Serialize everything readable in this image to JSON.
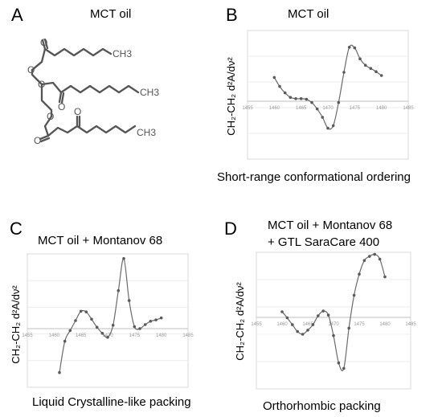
{
  "panel_a": {
    "letter": "A",
    "title": "MCT oil",
    "molecule_labels": [
      "CH3",
      "CH3",
      "CH3"
    ]
  },
  "panel_b": {
    "letter": "B",
    "title": "MCT oil",
    "ylabel": "CH₂-CH₂ d²A/dν²",
    "caption": "Short-range conformational ordering"
  },
  "panel_c": {
    "letter": "C",
    "title": "MCT oil  + Montanov 68",
    "ylabel": "CH₂-CH₂ d²A/dν²",
    "caption": "Liquid Crystalline-like  packing"
  },
  "panel_d": {
    "letter": "D",
    "title_line1": "MCT oil  + Montanov 68",
    "title_line2": "+ GTL SaraCare 400",
    "ylabel": "CH₂-CH₂ d²A/dν²",
    "caption": "Orthorhombic packing"
  },
  "chart_data": [
    {
      "type": "line",
      "panel": "B",
      "title": "MCT oil",
      "ylabel": "CH₂-CH₂ d²A/dν²",
      "xticks": [
        1455,
        1460,
        1465,
        1470,
        1475,
        1480,
        1485
      ],
      "xlim": [
        1455,
        1485
      ],
      "ylim": [
        -1.0,
        1.0
      ],
      "x": [
        1460,
        1461,
        1462,
        1463,
        1464,
        1465,
        1466,
        1467,
        1468,
        1469,
        1470,
        1471,
        1472,
        1473,
        1474,
        1475,
        1476,
        1477,
        1478,
        1479,
        1480
      ],
      "y": [
        0.27,
        0.13,
        0.03,
        -0.04,
        -0.06,
        -0.06,
        -0.07,
        -0.12,
        -0.22,
        -0.35,
        -0.52,
        -0.48,
        -0.12,
        0.35,
        0.74,
        0.73,
        0.56,
        0.46,
        0.41,
        0.36,
        0.3
      ]
    },
    {
      "type": "line",
      "panel": "C",
      "title": "MCT oil  + Montanov 68",
      "ylabel": "CH₂-CH₂ d²A/dν²",
      "xticks": [
        1455,
        1460,
        1465,
        1470,
        1475,
        1480,
        1485
      ],
      "xlim": [
        1455,
        1485
      ],
      "ylim": [
        -1.0,
        1.0
      ],
      "x": [
        1461,
        1462,
        1463,
        1464,
        1465,
        1466,
        1467,
        1468,
        1469,
        1470,
        1471,
        1472,
        1473,
        1474,
        1475,
        1476,
        1477,
        1478,
        1479,
        1480
      ],
      "y": [
        -0.78,
        -0.31,
        -0.15,
        0.0,
        0.14,
        0.13,
        0.02,
        -0.1,
        -0.19,
        -0.25,
        -0.07,
        0.45,
        0.93,
        0.3,
        -0.09,
        -0.12,
        -0.06,
        -0.01,
        0.01,
        0.04
      ]
    },
    {
      "type": "line",
      "panel": "D",
      "title": "MCT oil  + Montanov 68 + GTL SaraCare 400",
      "ylabel": "CH₂-CH₂ d²A/dν²",
      "xticks": [
        1455,
        1460,
        1465,
        1470,
        1475,
        1480,
        1485
      ],
      "xlim": [
        1455,
        1485
      ],
      "ylim": [
        -1.0,
        1.0
      ],
      "x": [
        1460,
        1461,
        1462,
        1463,
        1464,
        1465,
        1466,
        1467,
        1468,
        1469,
        1470,
        1471,
        1472,
        1473,
        1474,
        1475,
        1476,
        1477,
        1478,
        1479,
        1480
      ],
      "y": [
        0.13,
        0.04,
        -0.06,
        -0.16,
        -0.2,
        -0.14,
        -0.06,
        0.07,
        0.14,
        0.08,
        -0.22,
        -0.62,
        -0.7,
        -0.11,
        0.37,
        0.68,
        0.88,
        0.94,
        0.97,
        0.9,
        0.64
      ]
    }
  ]
}
